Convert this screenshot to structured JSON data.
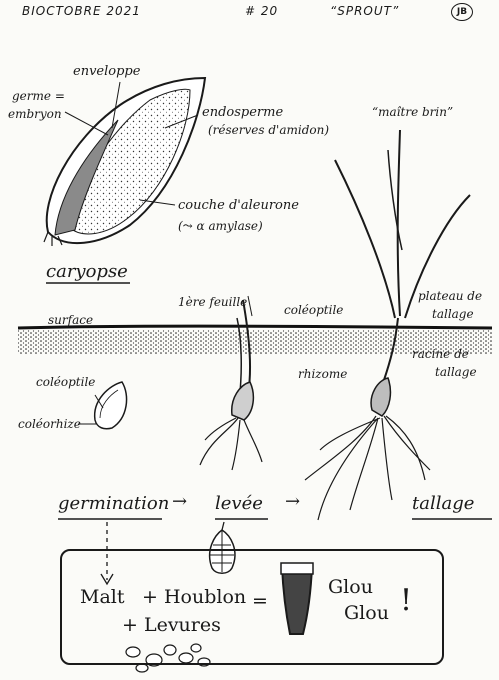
{
  "header": {
    "title": "BIOCTOBRE 2021",
    "number": "# 20",
    "theme": "“SPROUT”",
    "signature": "JB"
  },
  "labels": {
    "enveloppe": "enveloppe",
    "germe": "germe =",
    "embryon": "embryon",
    "endosperme": "endosperme",
    "reserves": "(réserves d'amidon)",
    "aleurone": "couche d'aleurone",
    "amylase": "(⤳ α amylase)",
    "caryopse": "caryopse",
    "feuille": "1ère feuille",
    "coleoptile_top": "coléoptile",
    "maitre_brin": "“maître brin”",
    "plateau_1": "plateau de",
    "plateau_2": "tallage",
    "surface": "surface",
    "racine_1": "racine de",
    "racine_2": "tallage",
    "rhizome": "rhizome",
    "coleoptile_small": "coléoptile",
    "coleorhize": "coléorhize"
  },
  "stages": {
    "germination": "germination",
    "arrow1": "→",
    "levee": "levée",
    "arrow2": "→",
    "tallage": "tallage"
  },
  "recipe": {
    "malt": "Malt",
    "plus_houblon": "+ Houblon",
    "plus_levures": "+ Levures",
    "equals": "=",
    "glou1": "Glou",
    "glou2": "Glou",
    "excl": "!"
  }
}
